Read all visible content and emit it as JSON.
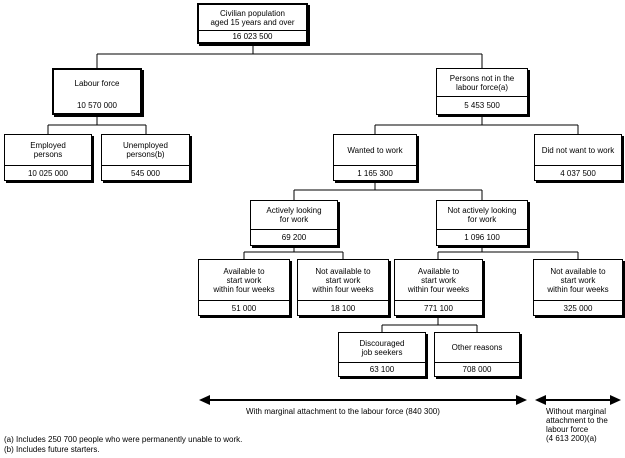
{
  "boxes": {
    "civilian": {
      "label": "Civilian population\naged 15 years and over",
      "value": "16 023 500"
    },
    "labour_force": {
      "label": "Labour force",
      "value": "10 570 000"
    },
    "not_in_lf": {
      "label": "Persons not in the\nlabour force(a)",
      "value": "5 453 500"
    },
    "employed": {
      "label": "Employed\npersons",
      "value": "10 025 000"
    },
    "unemployed": {
      "label": "Unemployed\npersons(b)",
      "value": "545 000"
    },
    "wanted": {
      "label": "Wanted to work",
      "value": "1 165 300"
    },
    "did_not_want": {
      "label": "Did not want to work",
      "value": "4 037 500"
    },
    "actively": {
      "label": "Actively looking\nfor work",
      "value": "69 200"
    },
    "not_actively": {
      "label": "Not actively looking\nfor work",
      "value": "1 096 100"
    },
    "avail_active": {
      "label": "Available to\nstart work\nwithin four weeks",
      "value": "51 000"
    },
    "notavail_active": {
      "label": "Not available to\nstart work\nwithin four weeks",
      "value": "18 100"
    },
    "avail_notactive": {
      "label": "Available to\nstart work\nwithin four weeks",
      "value": "771 100"
    },
    "notavail_notactive": {
      "label": "Not available to\nstart work\nwithin four weeks",
      "value": "325 000"
    },
    "discouraged": {
      "label": "Discouraged\njob seekers",
      "value": "63 100"
    },
    "other_reasons": {
      "label": "Other reasons",
      "value": "708 000"
    }
  },
  "annotations": {
    "with_marginal": "With marginal attachment to the labour force (840 300)",
    "without_marginal": "Without marginal\nattachment to the\nlabour force\n(4 613 200)(a)"
  },
  "footnotes": [
    "(a) Includes 250 700 people who were permanently unable to work.",
    "(b) Includes future starters."
  ]
}
